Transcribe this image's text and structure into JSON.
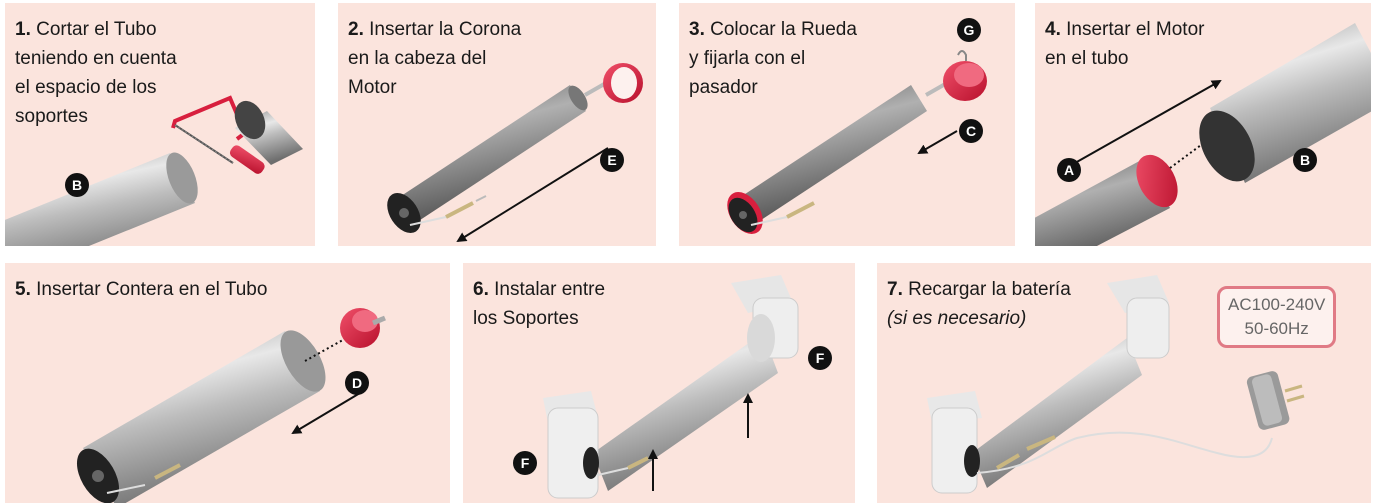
{
  "steps": [
    {
      "num": "1.",
      "text": [
        "Cortar el Tubo",
        "teniendo en cuenta",
        "el espacio de los",
        "soportes"
      ],
      "letters": [
        "B"
      ]
    },
    {
      "num": "2.",
      "text": [
        "Insertar la Corona",
        "en la cabeza del",
        "Motor"
      ],
      "letters": [
        "E"
      ]
    },
    {
      "num": "3.",
      "text": [
        "Colocar la Rueda",
        "y fijarla con el",
        "pasador"
      ],
      "letters": [
        "G",
        "C"
      ]
    },
    {
      "num": "4.",
      "text": [
        "Insertar el Motor",
        "en el tubo"
      ],
      "letters": [
        "A",
        "B"
      ]
    },
    {
      "num": "5.",
      "text": [
        "Insertar Contera en el Tubo"
      ],
      "letters": [
        "D"
      ]
    },
    {
      "num": "6.",
      "text": [
        "Instalar entre",
        "los Soportes"
      ],
      "letters": [
        "F",
        "F"
      ]
    },
    {
      "num": "7.",
      "text": [
        "Recargar la batería"
      ],
      "note": "(si es necesario)",
      "letters": []
    }
  ],
  "charger_label": [
    "AC100-240V",
    "50-60Hz"
  ],
  "colors": {
    "panel_bg": "#fbe4dd",
    "accent_red": "#d81f3e",
    "tube_gray": "#a9a9a9",
    "badge": "#111111"
  }
}
